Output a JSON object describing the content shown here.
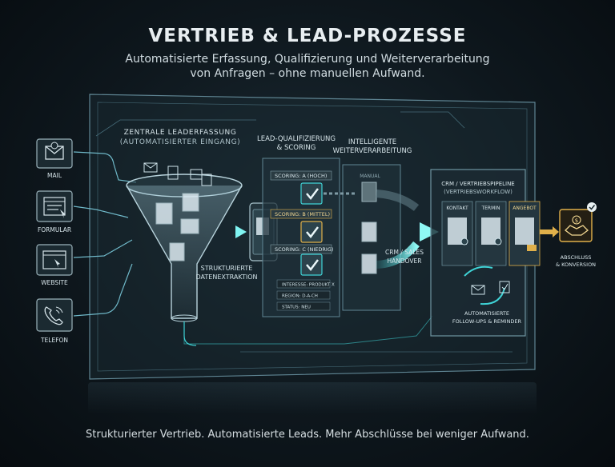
{
  "header": {
    "title": "VERTRIEB & LEAD-PROZESSE",
    "subtitle_line1": "Automatisierte Erfassung, Qualifizierung und Weiterverarbeitung",
    "subtitle_line2": "von Anfragen – ohne manuellen Aufwand."
  },
  "sources": [
    {
      "label": "MAIL",
      "icon": "mail-icon"
    },
    {
      "label": "FORMULAR",
      "icon": "form-icon"
    },
    {
      "label": "WEBSITE",
      "icon": "website-icon"
    },
    {
      "label": "TELEFON",
      "icon": "phone-icon"
    }
  ],
  "capture": {
    "title": "ZENTRALE LEADERFASSUNG",
    "subtitle": "(AUTOMATISIERTER EINGANG)",
    "extraction_line1": "STRUKTURIERTE",
    "extraction_line2": "DATENEXTRAKTION"
  },
  "scoring": {
    "title_line1": "LEAD-QUALIFIZIERUNG",
    "title_line2": "& SCORING",
    "items": [
      "SCORING: A (HOCH)",
      "SCORING: B (MITTEL)",
      "SCORING: C (NIEDRIG)"
    ],
    "tags": [
      "INTERESSE: PRODUKT X",
      "REGION: D-A-CH",
      "STATUS: NEU"
    ]
  },
  "processing": {
    "title_line1": "INTELLIGENTE",
    "title_line2": "WEITERVERARBEITUNG",
    "manual_label": "MANUAL",
    "handover_line1": "CRM / SALES",
    "handover_line2": "HANDOVER"
  },
  "crm": {
    "title_line1": "CRM / VERTRIEBSPIPELINE",
    "title_line2": "(VERTRIEBSWORKFLOW)",
    "columns": [
      "KONTAKT",
      "TERMIN",
      "ANGEBOT"
    ],
    "followup_line1": "AUTOMATISIERTE",
    "followup_line2": "FOLLOW-UPS & REMINDER"
  },
  "result": {
    "label_line1": "ABSCHLUSS",
    "label_line2": "& KONVERSION"
  },
  "footer": {
    "tagline": "Strukturierter Vertrieb. Automatisierte Leads. Mehr Abschlüsse bei weniger Aufwand."
  },
  "colors": {
    "accent": "#3fd3d6",
    "gold": "#e0b04a",
    "panel": "#1c2c35",
    "border": "#4c6d7a"
  }
}
